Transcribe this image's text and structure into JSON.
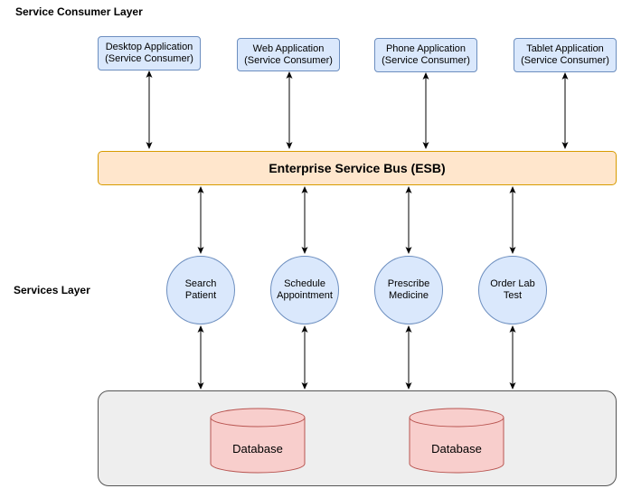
{
  "layers": {
    "consumer_label": "Service Consumer Layer",
    "services_label": "Services Layer"
  },
  "consumers": [
    {
      "line1": "Desktop Application",
      "line2": "(Service Consumer)"
    },
    {
      "line1": "Web Application",
      "line2": "(Service Consumer)"
    },
    {
      "line1": "Phone Application",
      "line2": "(Service Consumer)"
    },
    {
      "line1": "Tablet Application",
      "line2": "(Service Consumer)"
    }
  ],
  "esb": {
    "label": "Enterprise Service Bus (ESB)"
  },
  "services": [
    {
      "line1": "Search",
      "line2": "Patient"
    },
    {
      "line1": "Schedule",
      "line2": "Appointment"
    },
    {
      "line1": "Prescribe",
      "line2": "Medicine"
    },
    {
      "line1": "Order Lab",
      "line2": "Test"
    }
  ],
  "databases": [
    {
      "label": "Database"
    },
    {
      "label": "Database"
    }
  ],
  "colors": {
    "consumer_fill": "#dae8fc",
    "consumer_stroke": "#6c8ebf",
    "esb_fill": "#ffe6cc",
    "esb_stroke": "#d79b00",
    "db_fill": "#f8cecc",
    "db_stroke": "#b85450",
    "container_fill": "#eeeeee"
  }
}
